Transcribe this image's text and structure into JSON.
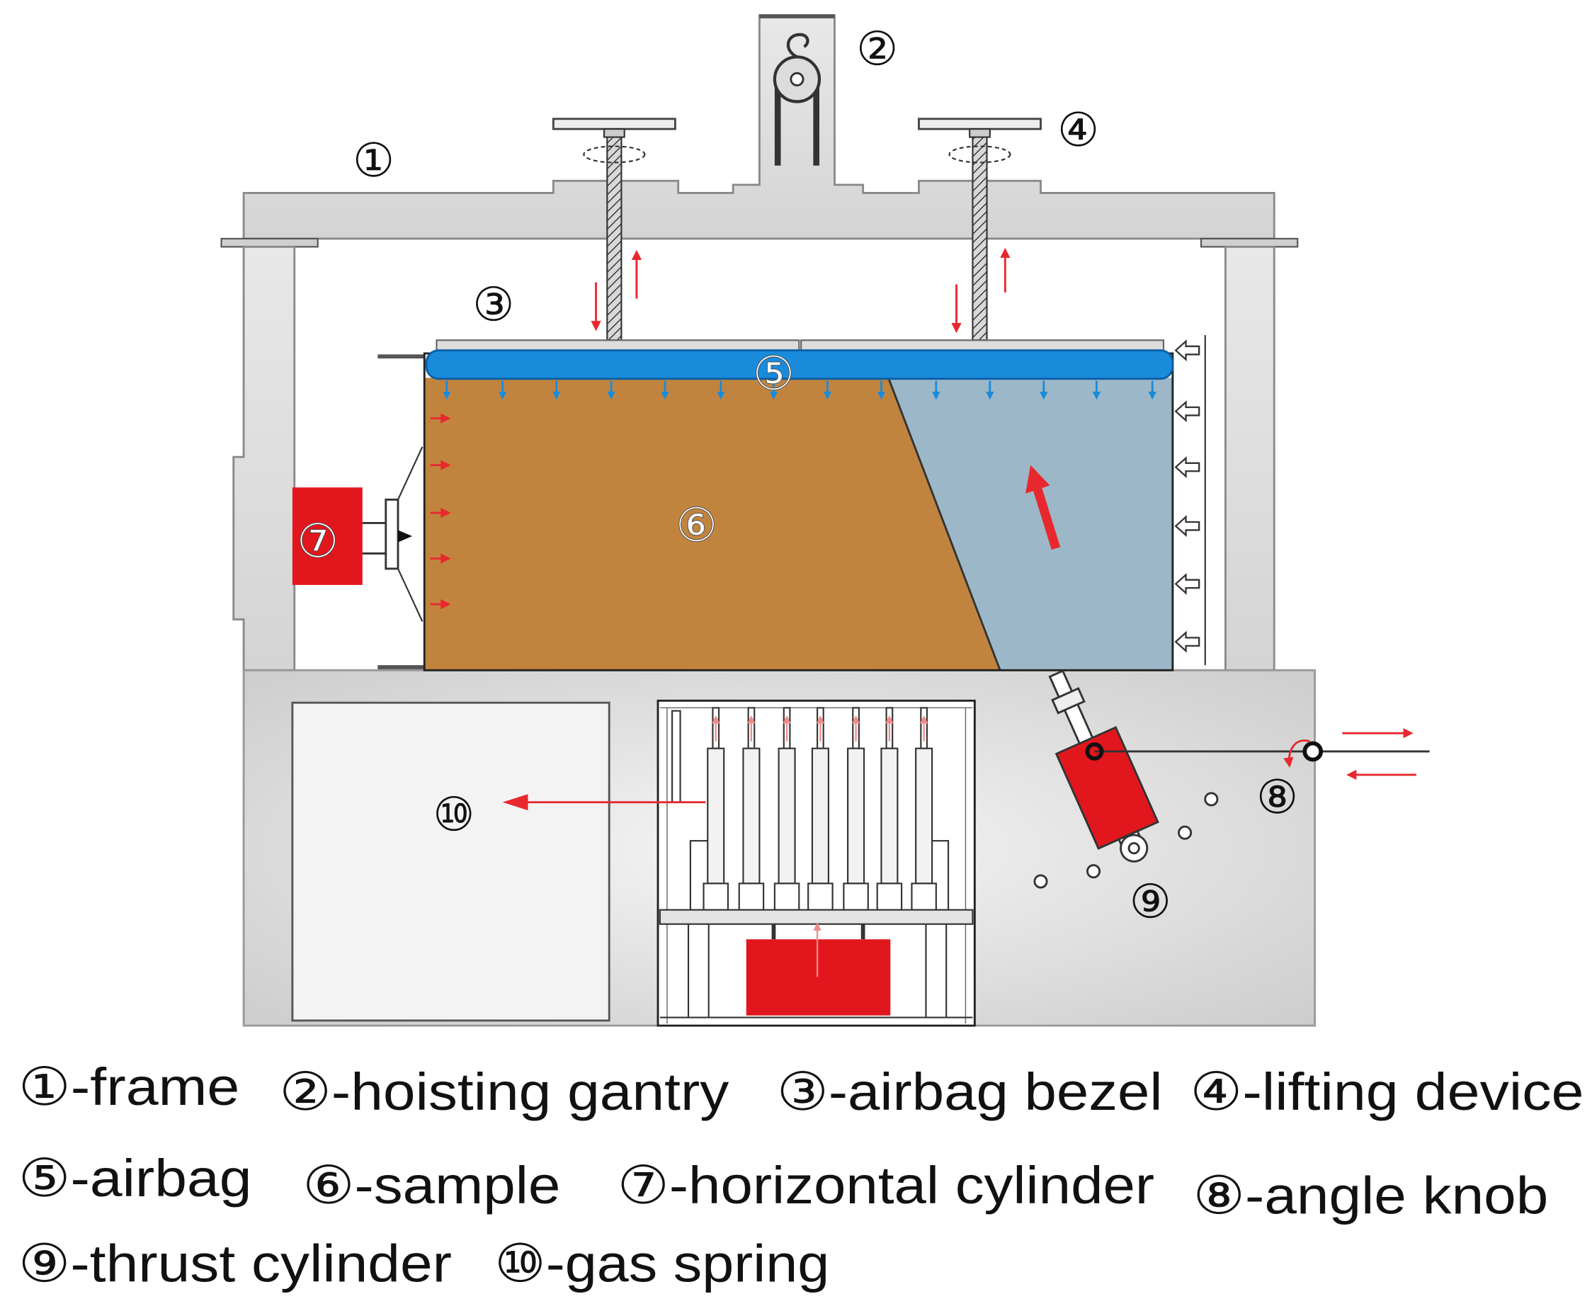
{
  "colors": {
    "sample": "#C1843F",
    "water_zone": "#9CB8C8",
    "airbag": "#1A8BDB",
    "cylinder_red": "#E2171E",
    "arrow_red": "#E8282E"
  },
  "callouts": {
    "frame": "①",
    "hoisting_gantry": "②",
    "airbag_bezel": "③",
    "lifting_device": "④",
    "airbag": "⑤",
    "sample": "⑥",
    "horizontal_cylinder": "⑦",
    "angle_knob": "⑧",
    "thrust_cylinder": "⑨",
    "gas_spring": "⑩"
  },
  "legend": [
    "①-frame",
    "②-hoisting gantry",
    "③-airbag bezel",
    "④-lifting device",
    "⑤-airbag",
    "⑥-sample",
    "⑦-horizontal cylinder",
    "⑧-angle knob",
    "⑨-thrust cylinder",
    "⑩-gas spring"
  ]
}
